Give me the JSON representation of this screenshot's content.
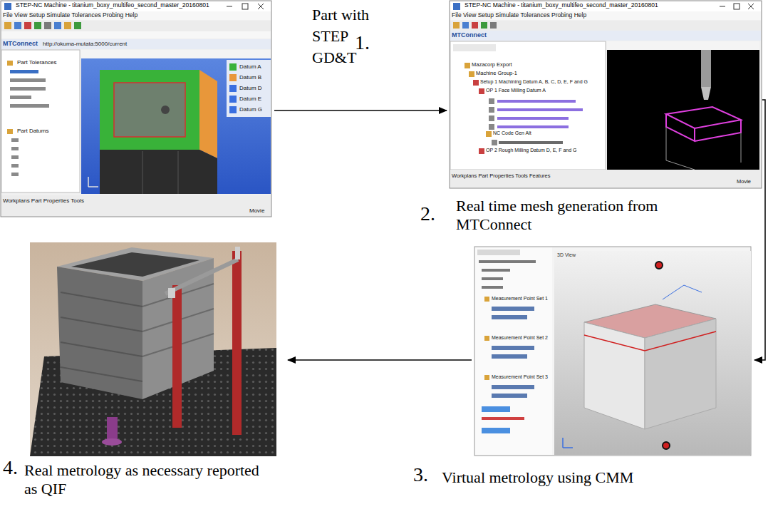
{
  "diagram": {
    "nodes": [
      {
        "text": [
          "STEP-NC Machine - titanium_boxy_multifeo_second_master_20160801"
        ]
      },
      {
        "text": [
          "STEP-NC Machine - titanium_boxy_multifeo_second_master_20160801",
          "2.",
          "Real time mesh generation from MTConnect"
        ]
      },
      {
        "text": [
          "3.",
          "Virtual metrology using CMM"
        ]
      },
      {
        "text": [
          "4.",
          "Real metrology as necessary reported as QIF"
        ]
      }
    ],
    "edges": [
      {
        "from": 0,
        "to": 1,
        "arrow": "to",
        "label": "Part with STEP GD&T"
      },
      {
        "from": 1,
        "to": 2,
        "arrow": "to"
      },
      {
        "from": 2,
        "to": 3,
        "arrow": "to"
      }
    ],
    "labels": [
      "1.",
      "File View Setup Simulate Tolerances Probing Help",
      "MTConnect",
      "http://okuma-mutata:5000/current",
      "Part Tolerances",
      "Part Datums",
      "Datum A",
      "Datum B",
      "Datum D",
      "Datum E",
      "Datum G",
      "Workplans Part Properties Tools",
      "Movie",
      "File View Setup Simulate Tolerances Probing Help",
      "MTConnect",
      "Mazacorp Export",
      "Machine Group-1",
      "Setup 1 Machining Datum A, B, C, D, E, F and G",
      "OP 1 Face Milling Datum A",
      "NC Code Gen Alt",
      "OP 2 Rough Milling Datum D, E, F and G",
      "Workplans Part Properties Tools Features",
      "Movie",
      "Measurement Point Set 1",
      "Measurement Point Set 2",
      "Measurement Point Set 3",
      "3D View"
    ]
  }
}
